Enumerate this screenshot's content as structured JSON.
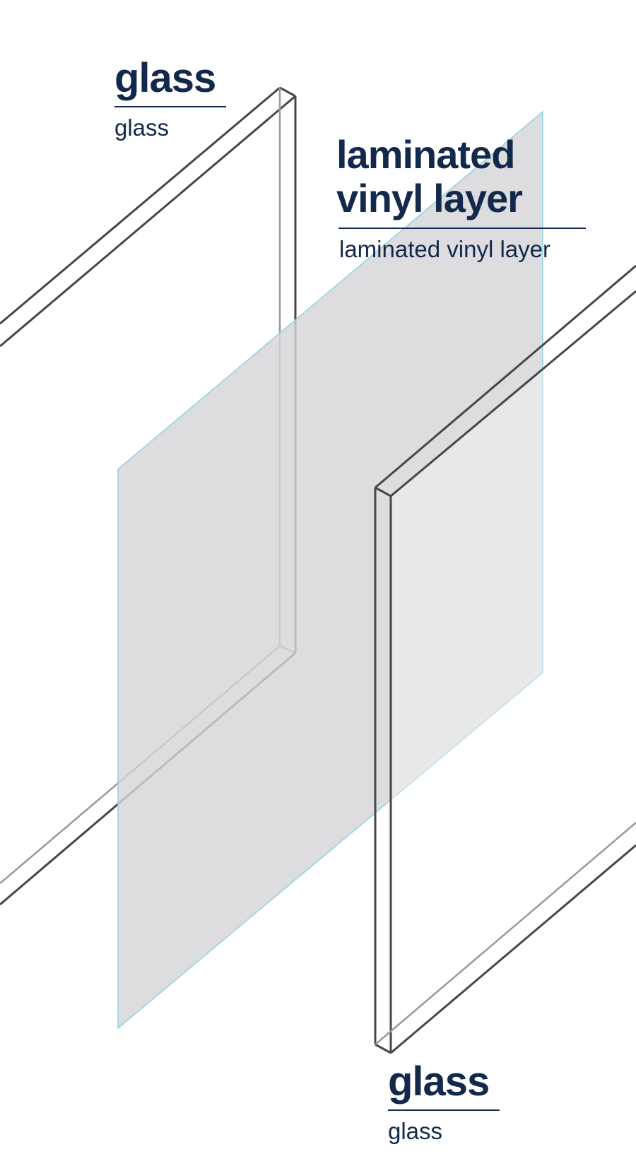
{
  "labels": {
    "glass_top": {
      "title": "glass",
      "subtitle": "glass"
    },
    "vinyl": {
      "title_line1": "laminated",
      "title_line2": "vinyl layer",
      "subtitle": "laminated vinyl layer"
    },
    "glass_bottom": {
      "title": "glass",
      "subtitle": "glass"
    }
  },
  "colors": {
    "text": "#13294b",
    "glass_edge": "#4a4546",
    "glass_edge_faint": "#9c9798",
    "vinyl_fill": "#d7d5d8",
    "vinyl_edge": "#8fd3e4",
    "glass_tint": "#f2f2f2"
  }
}
